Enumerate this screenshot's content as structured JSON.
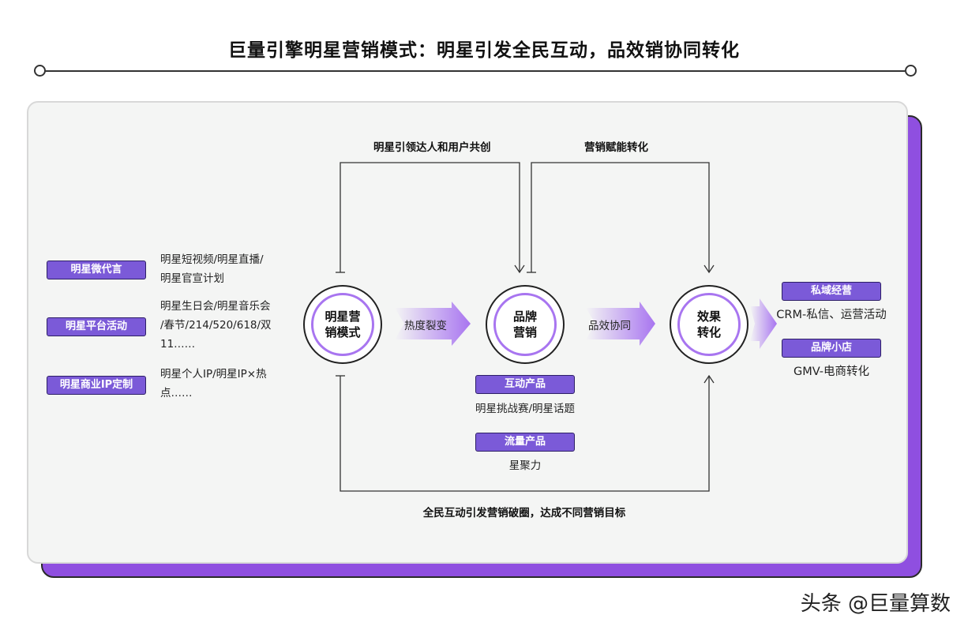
{
  "title": "巨量引擎明星营销模式：明星引发全民互动，品效销协同转化",
  "colors": {
    "accent": "#8f4fe0",
    "tag": "#7b5ad8",
    "ring": "#a875f0"
  },
  "left_items": [
    {
      "tag": "明星微代言",
      "desc_lines": [
        "明星短视频/明星直播/",
        "明星官宣计划"
      ]
    },
    {
      "tag": "明星平台活动",
      "desc_lines": [
        "明星生日会/明星音乐会",
        "/春节/214/520/618/双",
        "11……"
      ]
    },
    {
      "tag": "明星商业IP定制",
      "desc_lines": [
        "明星个人IP/明星IP×热",
        "点……"
      ]
    }
  ],
  "nodes": {
    "mode": "明星营销模式",
    "brand": "品牌营销",
    "effect": "效果转化"
  },
  "arrows": {
    "heat": "热度裂变",
    "synergy": "品效协同"
  },
  "top_labels": {
    "left": "明星引领达人和用户共创",
    "right": "营销赋能转化"
  },
  "bottom_label": "全民互动引发营销破圈，达成不同营销目标",
  "products": [
    {
      "tag": "互动产品",
      "desc": "明星挑战赛/明星话题"
    },
    {
      "tag": "流量产品",
      "desc": "星聚力"
    }
  ],
  "right_items": [
    {
      "tag": "私域经营",
      "desc": "CRM-私信、运营活动"
    },
    {
      "tag": "品牌小店",
      "desc": "GMV-电商转化"
    }
  ],
  "watermark": "头条 @巨量算数"
}
